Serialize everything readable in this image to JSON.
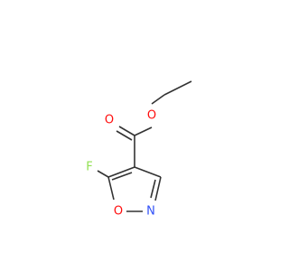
{
  "molecule": {
    "atoms": {
      "ester_oxygen": {
        "symbol": "O",
        "color": "#ff0d0d"
      },
      "carbonyl_oxygen": {
        "symbol": "O",
        "color": "#ff0d0d"
      },
      "fluorine": {
        "symbol": "F",
        "color": "#90e050"
      },
      "ring_oxygen": {
        "symbol": "O",
        "color": "#ff0d0d"
      },
      "ring_nitrogen": {
        "symbol": "N",
        "color": "#3050f8"
      }
    },
    "bond_color": "#333333"
  }
}
